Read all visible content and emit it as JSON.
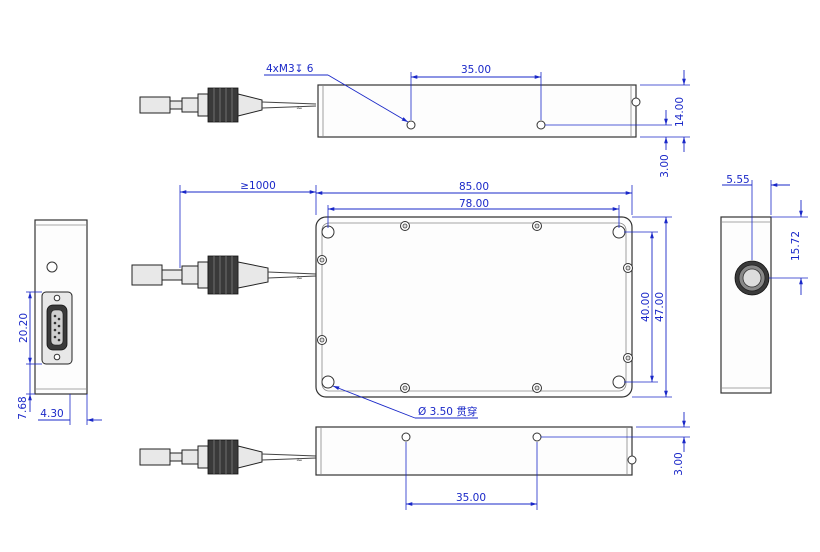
{
  "dimensions": {
    "top_view": {
      "thread_note": "4xM3↧ 6",
      "hole_spacing": "35.00",
      "height": "14.00",
      "offset": "3.00"
    },
    "front_view": {
      "fiber_length": "≥1000",
      "length_outer": "85.00",
      "length_inner": "78.00",
      "width_inner": "40.00",
      "width_outer": "47.00",
      "through_hole": "Ø 3.50 贯穿"
    },
    "left_view": {
      "connector_height": "20.20",
      "bottom_offset": "7.68",
      "depth": "4.30"
    },
    "right_view": {
      "port_offset": "5.55",
      "port_height": "15.72"
    },
    "bottom_view": {
      "hole_spacing": "35.00",
      "offset": "3.00"
    }
  }
}
